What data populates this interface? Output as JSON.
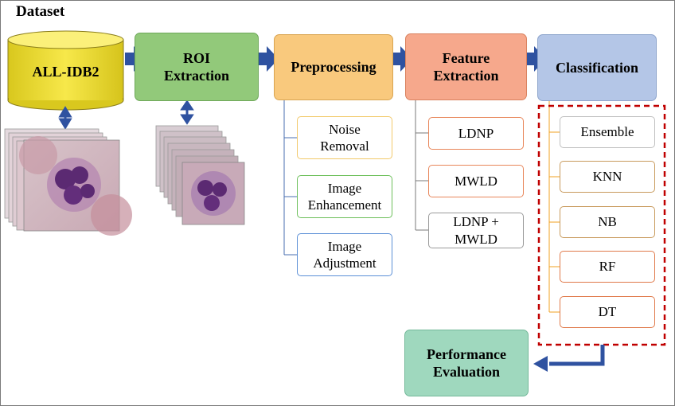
{
  "title": "Dataset",
  "stages": {
    "dataset": "ALL-IDB2",
    "roi": "ROI\nExtraction",
    "preprocessing": "Preprocessing",
    "feature": "Feature\nExtraction",
    "classification": "Classification",
    "performance": "Performance\nEvaluation"
  },
  "preprocessing_steps": [
    "Noise\nRemoval",
    "Image\nEnhancement",
    "Image\nAdjustment"
  ],
  "feature_methods": [
    "LDNP",
    "MWLD",
    "LDNP +\nMWLD"
  ],
  "classifiers": [
    "Ensemble",
    "KNN",
    "NB",
    "RF",
    "DT"
  ],
  "colors": {
    "dataset_fill": "#f4e33b",
    "roi_fill": "#92c97a",
    "preprocessing_fill": "#f9c97d",
    "feature_fill": "#f6a88c",
    "classification_fill": "#b4c6e7",
    "performance_fill": "#9fd8be",
    "arrow": "#2f52a0",
    "preprocess_sub_border_1": "#f2c96a",
    "preprocess_sub_border_2": "#6cbf5a",
    "preprocess_sub_border_3": "#5b8fd6",
    "feature_sub_border": "#e8865a",
    "classifier_sub_border": "#c89a5c",
    "dashed_box": "#c00000"
  }
}
